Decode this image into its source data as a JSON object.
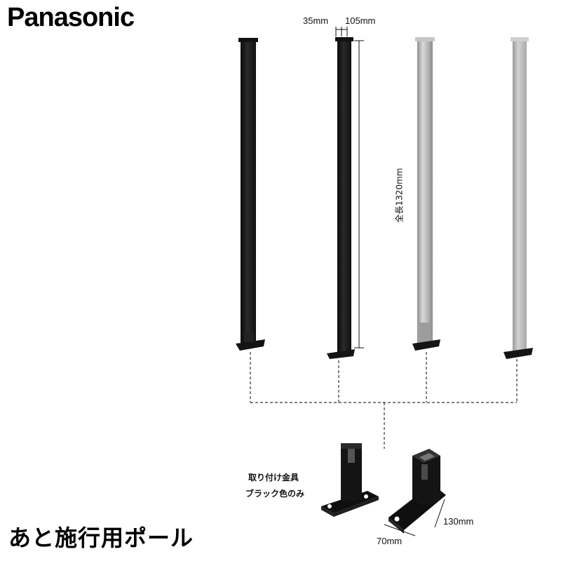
{
  "brand": "Panasonic",
  "title": "あと施行用ポール",
  "dimensions": {
    "width_small": "35mm",
    "width_large": "105mm",
    "total_length": "全長1320mm",
    "bracket_width": "70mm",
    "bracket_depth": "130mm"
  },
  "bracket_note": {
    "line1": "取り付け金具",
    "line2": "ブラック色のみ"
  },
  "poles": [
    {
      "color": "#1c1c1c",
      "finish": "black"
    },
    {
      "color": "#1c1c1c",
      "finish": "black"
    },
    {
      "color": "#b9b9b9",
      "finish": "silver"
    },
    {
      "color": "#c4c4c4",
      "finish": "stainless"
    }
  ],
  "colors": {
    "dashed_line": "#333333",
    "bracket": "#141414"
  }
}
